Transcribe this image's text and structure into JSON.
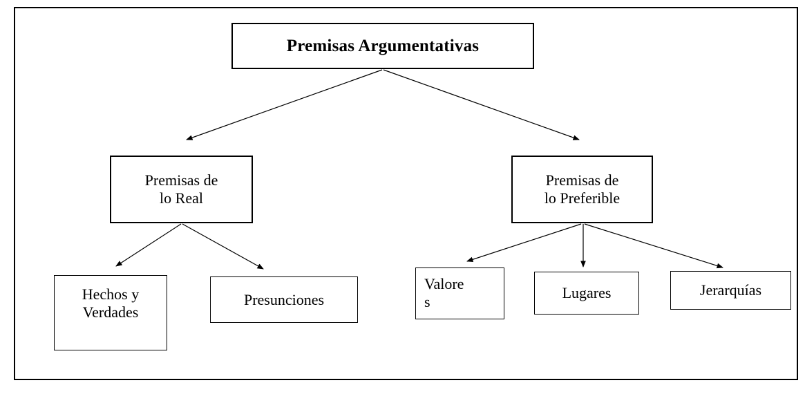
{
  "diagram": {
    "type": "hierarchy-tree",
    "title_node": "Premisas Argumentativas",
    "frame": {
      "border_color": "#000000",
      "background": "#ffffff"
    },
    "nodes": [
      {
        "id": "root",
        "label": "Premisas Argumentativas",
        "level": 1
      },
      {
        "id": "real",
        "label": "Premisas de\nlo Real",
        "level": 2
      },
      {
        "id": "preferible",
        "label": "Premisas de\nlo Preferible",
        "level": 2
      },
      {
        "id": "hechos",
        "label": "Hechos y\nVerdades",
        "level": 3
      },
      {
        "id": "presunciones",
        "label": "Presunciones",
        "level": 3
      },
      {
        "id": "valores",
        "label": "Valores",
        "level": 3
      },
      {
        "id": "lugares",
        "label": "Lugares",
        "level": 3
      },
      {
        "id": "jerarquias",
        "label": "Jerarquías",
        "level": 3
      }
    ],
    "edges": [
      {
        "from": "root",
        "to": "real"
      },
      {
        "from": "root",
        "to": "preferible"
      },
      {
        "from": "real",
        "to": "hechos"
      },
      {
        "from": "real",
        "to": "presunciones"
      },
      {
        "from": "preferible",
        "to": "valores"
      },
      {
        "from": "preferible",
        "to": "lugares"
      },
      {
        "from": "preferible",
        "to": "jerarquias"
      }
    ],
    "edge_style": {
      "color": "#000000",
      "width": 1,
      "arrowhead": "filled-triangle"
    }
  }
}
